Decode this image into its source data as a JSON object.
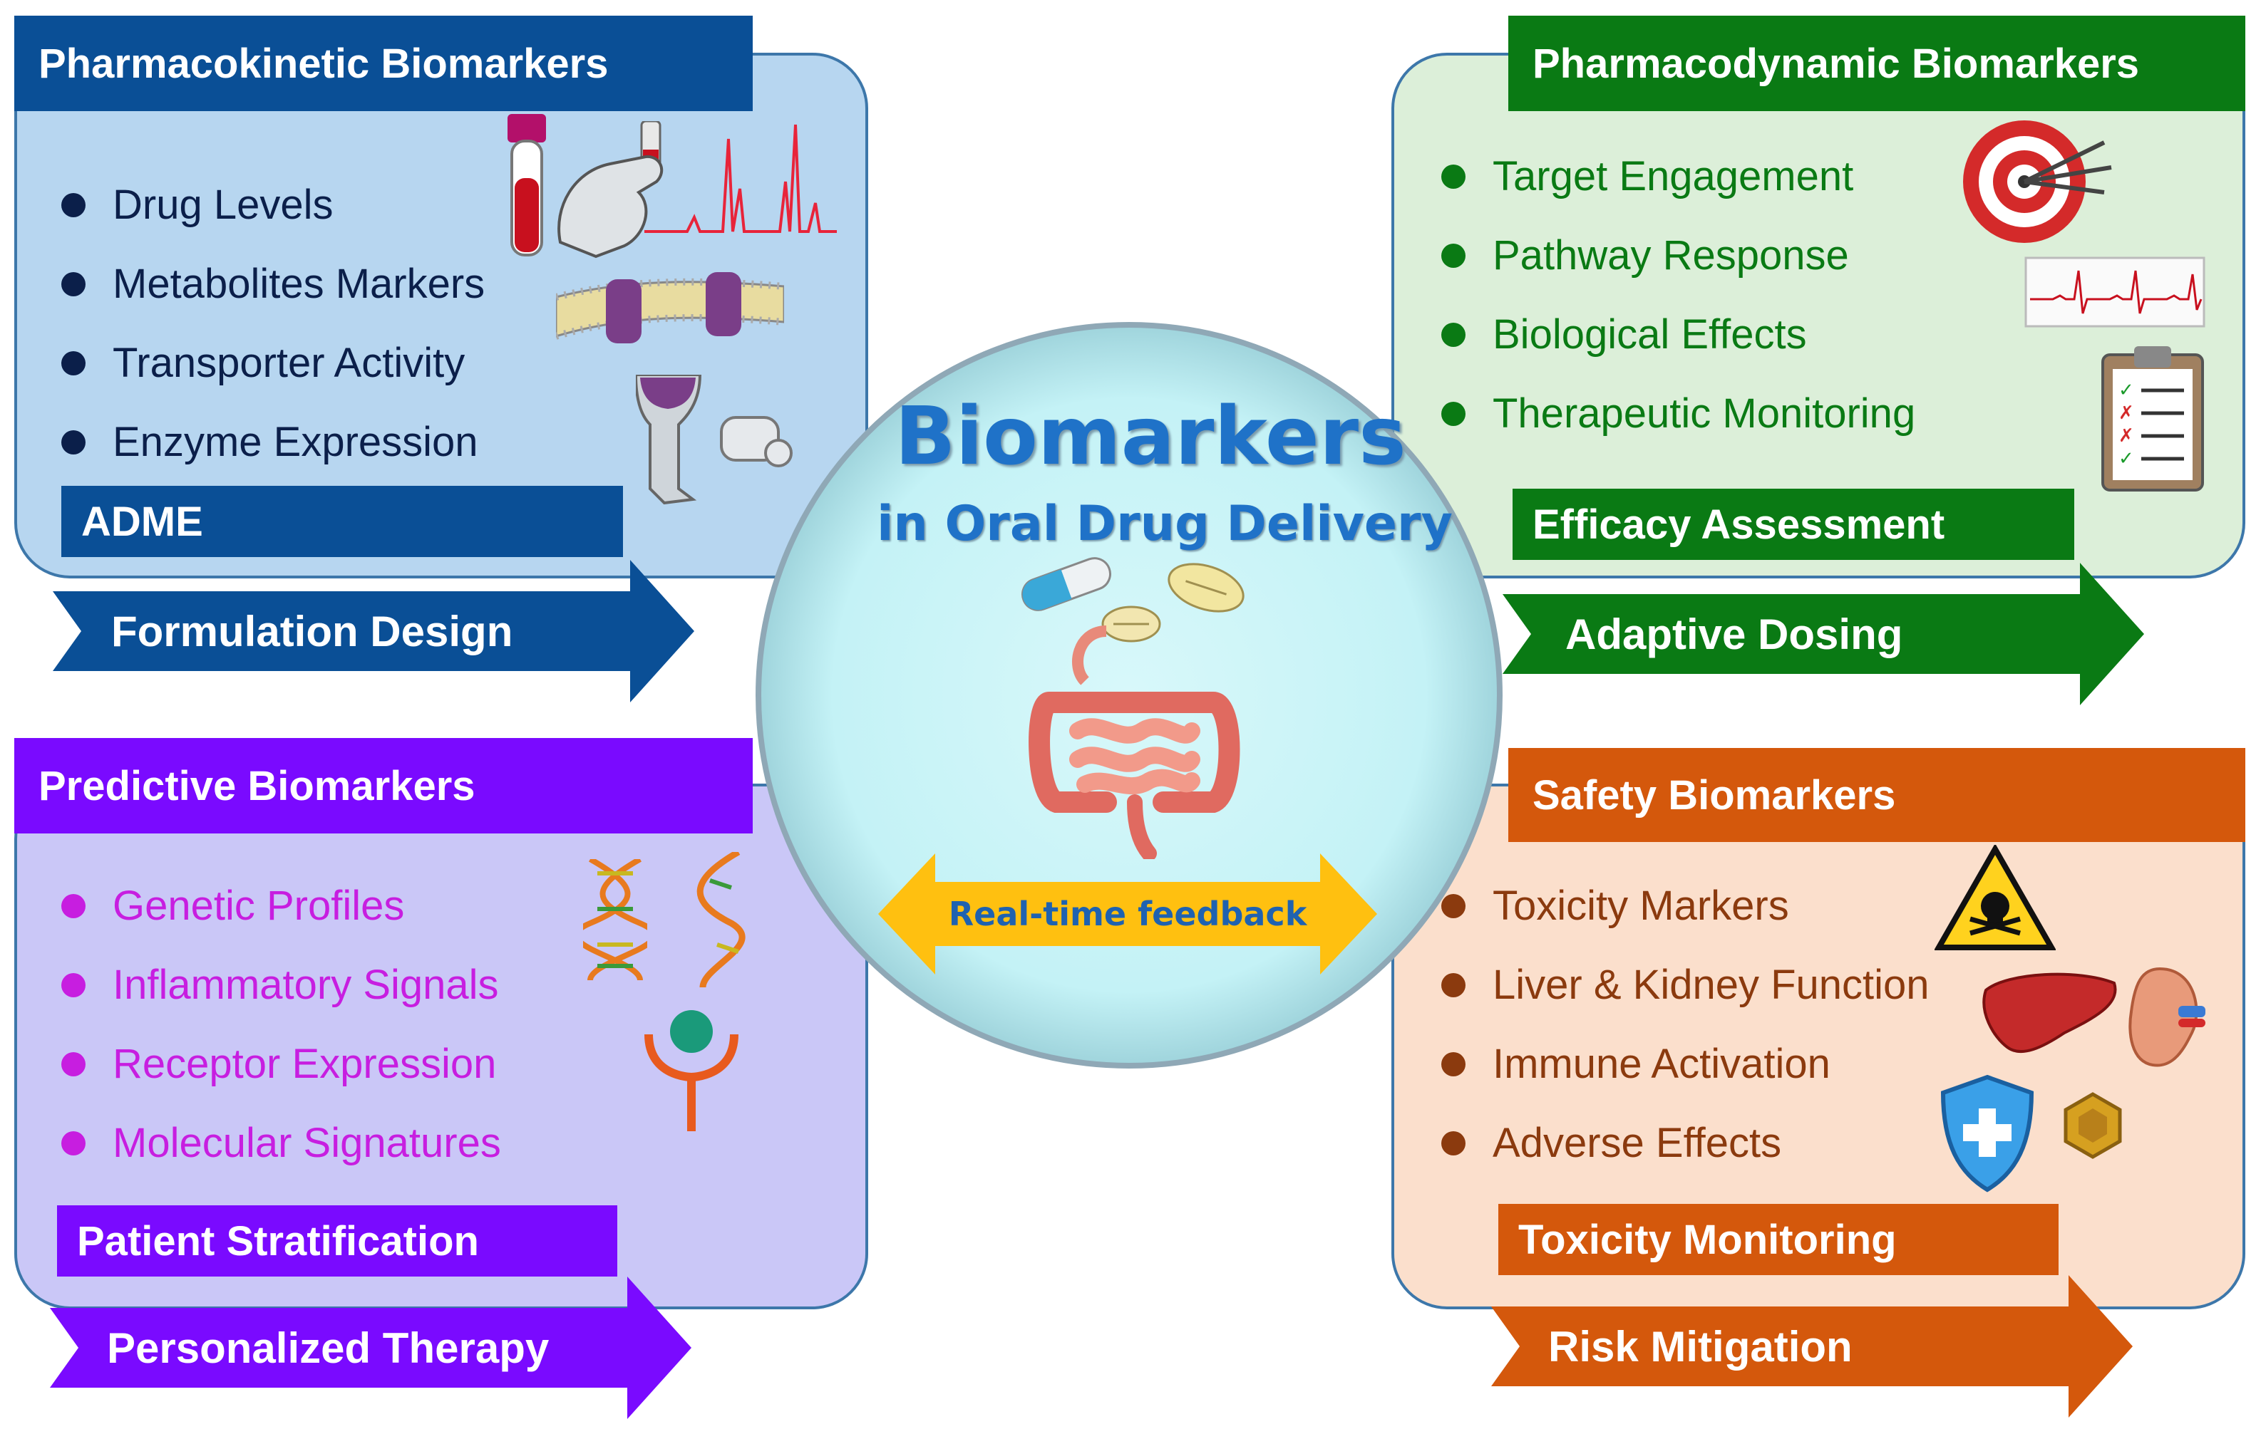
{
  "center": {
    "title": "Biomarkers",
    "subtitle": "in Oral Drug Delivery",
    "feedback": "Real-time feedback"
  },
  "pk": {
    "header": "Pharmacokinetic Biomarkers",
    "items": [
      "Drug Levels",
      "Metabolites Markers",
      "Transporter Activity",
      "Enzyme Expression"
    ],
    "sub": "ADME",
    "arrow": "Formulation Design",
    "color": "#0a4f96"
  },
  "pd": {
    "header": "Pharmacodynamic Biomarkers",
    "items": [
      "Target Engagement",
      "Pathway Response",
      "Biological Effects",
      "Therapeutic Monitoring"
    ],
    "sub": "Efficacy Assessment",
    "arrow": "Adaptive Dosing",
    "color": "#0a7a14"
  },
  "pred": {
    "header": "Predictive Biomarkers",
    "items": [
      "Genetic Profiles",
      "Inflammatory Signals",
      "Receptor Expression",
      "Molecular Signatures"
    ],
    "sub": "Patient Stratification",
    "arrow": "Personalized Therapy",
    "color": "#7a0aff"
  },
  "safety": {
    "header": "Safety Biomarkers",
    "items": [
      "Toxicity Markers",
      "Liver & Kidney Function",
      "Immune Activation",
      "Adverse Effects"
    ],
    "sub": "Toxicity Monitoring",
    "arrow": "Risk Mitigation",
    "color": "#d4580c"
  }
}
